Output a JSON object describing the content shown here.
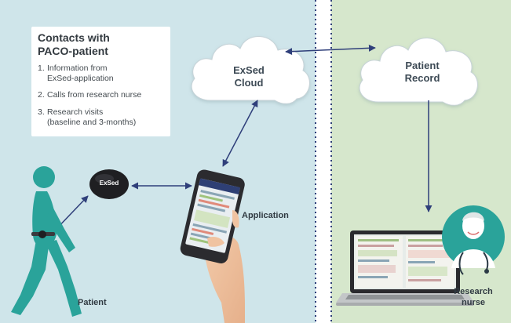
{
  "contacts": {
    "title_line1": "Contacts with",
    "title_line2": "PACO-patient",
    "items": [
      {
        "num": "1.",
        "line1": "Information from",
        "line2": "ExSed-application"
      },
      {
        "num": "2.",
        "line1": "Calls from research nurse",
        "line2": ""
      },
      {
        "num": "3.",
        "line1": "Research visits",
        "line2": "(baseline and 3-months)"
      }
    ]
  },
  "cloud_exsed": {
    "line1": "ExSed",
    "line2": "Cloud"
  },
  "cloud_record": {
    "line1": "Patient",
    "line2": "Record"
  },
  "device": {
    "label": "ExSed"
  },
  "labels": {
    "application": "Application",
    "patient": "Patient",
    "nurse_line1": "Research",
    "nurse_line2": "nurse"
  },
  "colors": {
    "left_background": "#cfe5ea",
    "right_background": "#d6e7cc",
    "arrow": "#2f3f7a",
    "patient_figure": "#2aa39a",
    "nurse_circle": "#2aa39a"
  },
  "icons": [
    "cloud-icon",
    "sensor-device-icon",
    "patient-figure-icon",
    "smartphone-in-hand-icon",
    "laptop-icon",
    "nurse-avatar-icon"
  ]
}
